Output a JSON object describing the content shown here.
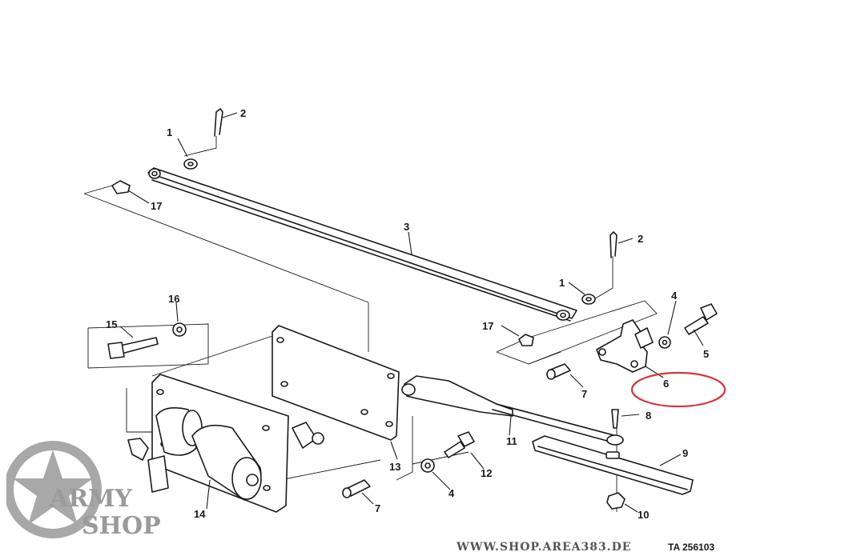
{
  "callouts": {
    "c1a": "1",
    "c1b": "1",
    "c2a": "2",
    "c2b": "2",
    "c3": "3",
    "c4a": "4",
    "c4b": "4",
    "c5": "5",
    "c6": "6",
    "c7a": "7",
    "c7b": "7",
    "c8": "8",
    "c9": "9",
    "c10": "10",
    "c11": "11",
    "c12": "12",
    "c13": "13",
    "c14": "14",
    "c15": "15",
    "c16": "16",
    "c17a": "17",
    "c17b": "17"
  },
  "highlight": {
    "target_callout": "6",
    "color": "#d9343b"
  },
  "footer": {
    "url": "WWW.SHOP.AREA383.DE",
    "ref": "TA 256103"
  },
  "watermark": {
    "line1": "ARMY",
    "line2": "SHOP",
    "color": "#9a9a9a",
    "icon": "star-icon"
  }
}
